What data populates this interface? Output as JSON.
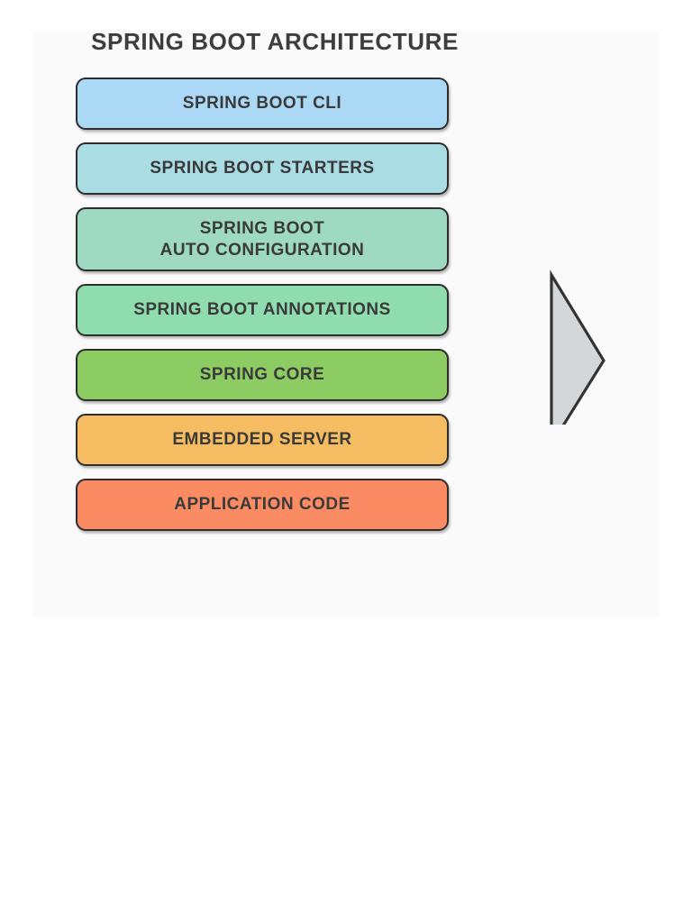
{
  "diagram": {
    "title": "SPRING BOOT ARCHITECTURE",
    "canvas_color": "#fafafa",
    "text_color": "#3a3a3a",
    "border_color": "#2e2e2e",
    "layers": [
      {
        "label": "SPRING BOOT CLI",
        "color": "#abd9f5",
        "height": 58
      },
      {
        "label": "SPRING BOOT STARTERS",
        "color": "#a9dce3",
        "height": 58
      },
      {
        "label": "SPRING BOOT\nAUTO CONFIGURATION",
        "color": "#9ed9c4",
        "height": 71
      },
      {
        "label": "SPRING BOOT ANNOTATIONS",
        "color": "#8fddae",
        "height": 58
      },
      {
        "label": "SPRING CORE",
        "color": "#8dcc63",
        "height": 58
      },
      {
        "label": "EMBEDDED SERVER",
        "color": "#f5bc62",
        "height": 58
      },
      {
        "label": "APPLICATION CODE",
        "color": "#fb8b63",
        "height": 58
      }
    ],
    "arrow": {
      "name": "right-pointing-triangle",
      "fill": "#d4d7da",
      "stroke": "#333333"
    }
  }
}
